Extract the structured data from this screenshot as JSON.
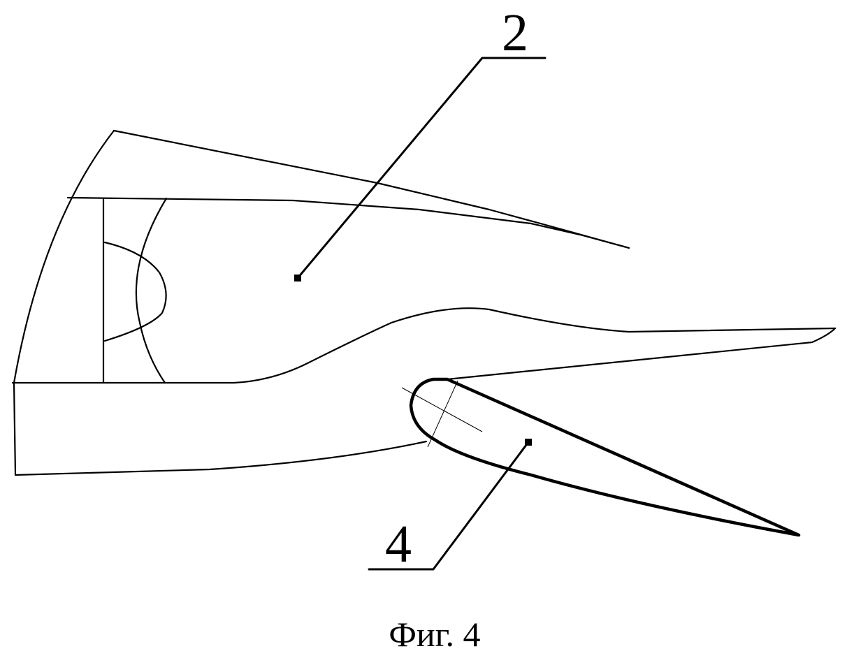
{
  "diagram": {
    "callouts": [
      {
        "id": "2",
        "text": "2"
      },
      {
        "id": "4",
        "text": "4"
      }
    ],
    "caption": "Фиг. 4"
  }
}
